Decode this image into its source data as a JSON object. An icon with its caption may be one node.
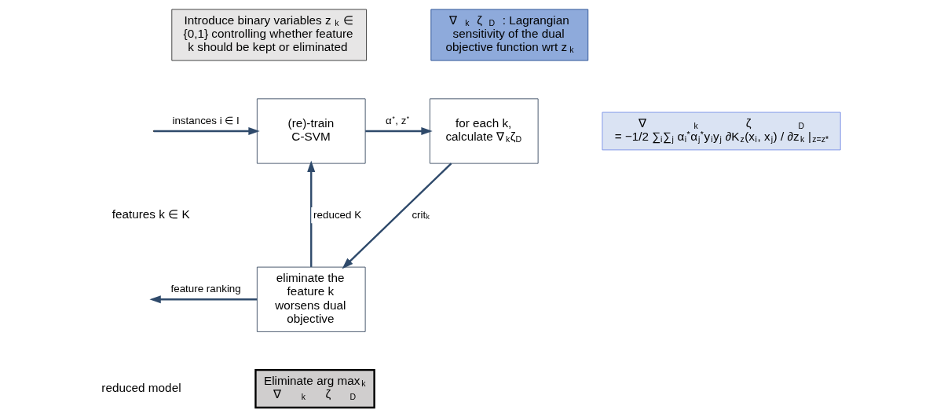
{
  "diagram": {
    "nodes": [
      {
        "text": [
          "Introduce binary variables z$_{k}$ ∈ {0,1} controlling whether feature k should be kept or eliminated"
        ]
      },
      {
        "text": [
          "∇$_{k}$ζ$_{D}$: Lagrangian sensitivity of the dual objective function wrt z$_{k}$"
        ]
      },
      {
        "text": [
          "(re)-train C-SVM"
        ]
      },
      {
        "text": [
          "for each k, calculate ∇$_{k}$ζ$_{D}$"
        ]
      },
      {
        "text": [
          "∇$_{k}$ζ$_{D}$",
          "= −1/2 ∑$_{i}$∑$_{j}$ α$_{i}$$^{*}$α$_{j}$$^{*}$y$_{i}$y$_{j}$ ∂K$_{z}$(x$_{i}$, x$_{j}$) / ∂z$_{k}$ |$_{z=z*}$"
        ]
      },
      {
        "text": [
          "eliminate the feature k worsens dual objective"
        ]
      },
      {
        "text": [
          "Eliminate arg max$_{k}$ ∇$_{k}$ζ$_{D}$"
        ]
      }
    ],
    "edges": [
      {
        "from": null,
        "to": 2,
        "arrow": "to",
        "label": "instances i ∈ I"
      },
      {
        "from": 2,
        "to": 3,
        "arrow": "to",
        "label": "α$^{*}$, z$^{*}$"
      },
      {
        "from": 3,
        "to": 5,
        "arrow": "to",
        "label": "crit$_{k}$"
      },
      {
        "from": 5,
        "to": 2,
        "arrow": "to",
        "label": "reduced K"
      },
      {
        "from": 5,
        "to": null,
        "arrow": "to",
        "label": "feature ranking"
      }
    ],
    "labels": [
      "features k ∈ K",
      "reduced model"
    ]
  }
}
